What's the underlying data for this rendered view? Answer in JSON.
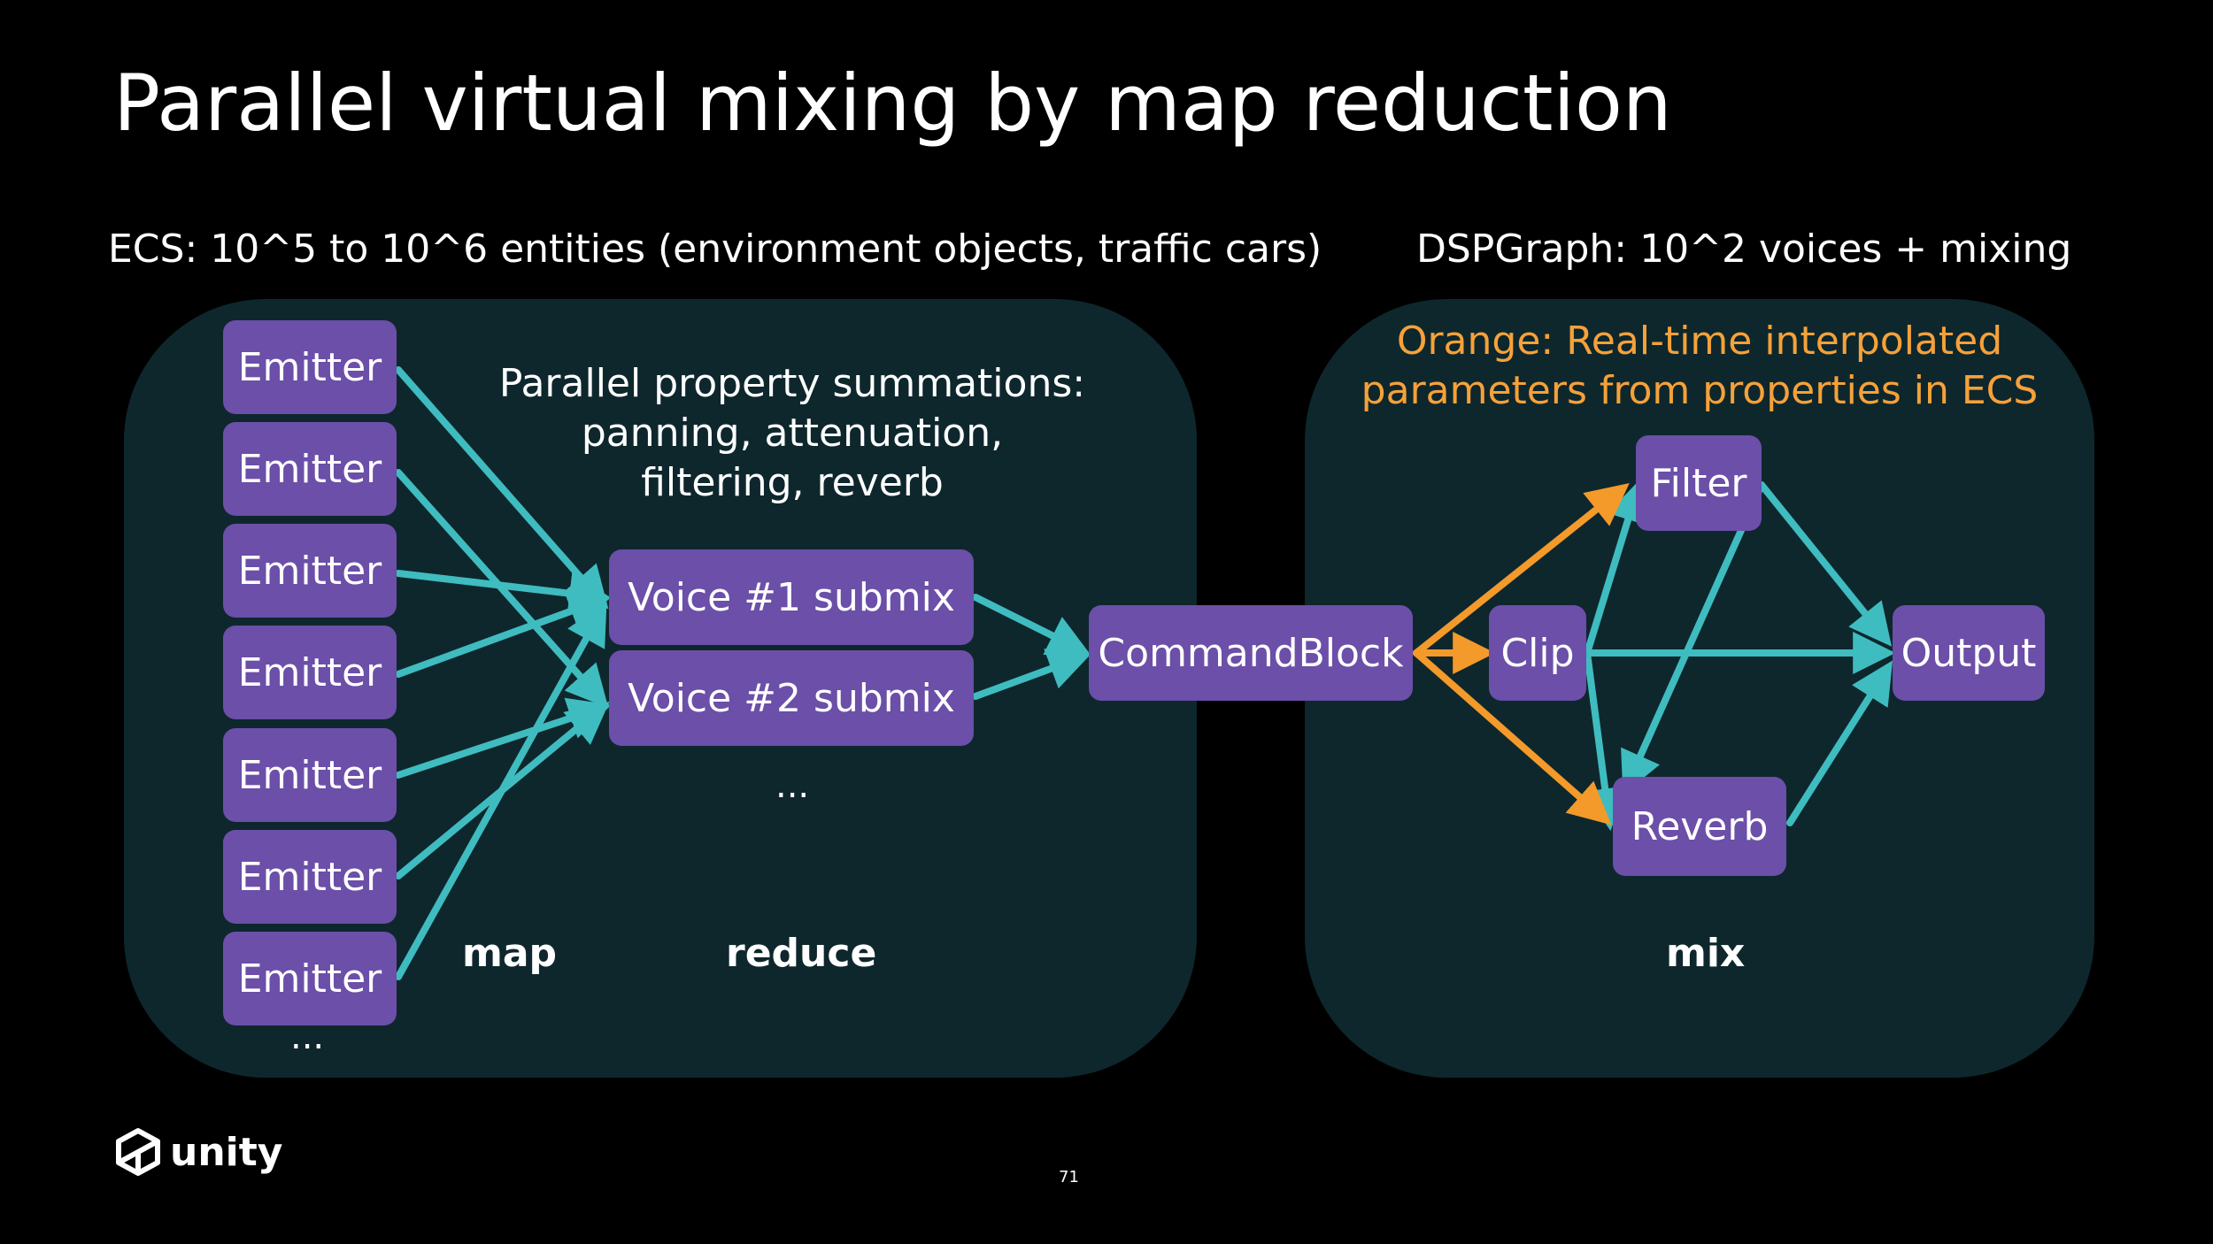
{
  "slide": {
    "title": "Parallel virtual mixing by map reduction",
    "page_number": "71"
  },
  "ecs": {
    "heading": "ECS: 10^5 to 10^6 entities (environment objects, traffic cars)",
    "emitters": [
      "Emitter",
      "Emitter",
      "Emitter",
      "Emitter",
      "Emitter",
      "Emitter",
      "Emitter"
    ],
    "emitter_ellipsis": "...",
    "caption_lines": [
      "Parallel property summations:",
      "panning, attenuation,",
      "filtering, reverb"
    ],
    "voices": [
      "Voice #1 submix",
      "Voice #2 submix"
    ],
    "voice_ellipsis": "...",
    "label_map": "map",
    "label_reduce": "reduce"
  },
  "dsp": {
    "heading": "DSPGraph: 10^2 voices + mixing",
    "note_lines": [
      "Orange: Real-time interpolated",
      "parameters from properties in ECS"
    ],
    "nodes": {
      "command_block": "CommandBlock",
      "clip": "Clip",
      "filter": "Filter",
      "reverb": "Reverb",
      "output": "Output"
    },
    "label_mix": "mix"
  },
  "logo": {
    "text": "unity",
    "icon": "unity-cube-icon"
  },
  "colors": {
    "panel": "#0e272d",
    "node": "#6b4fa8",
    "teal_arrow": "#3fbcbf",
    "orange_arrow": "#f39a2a",
    "orange_text": "#f6a139"
  }
}
